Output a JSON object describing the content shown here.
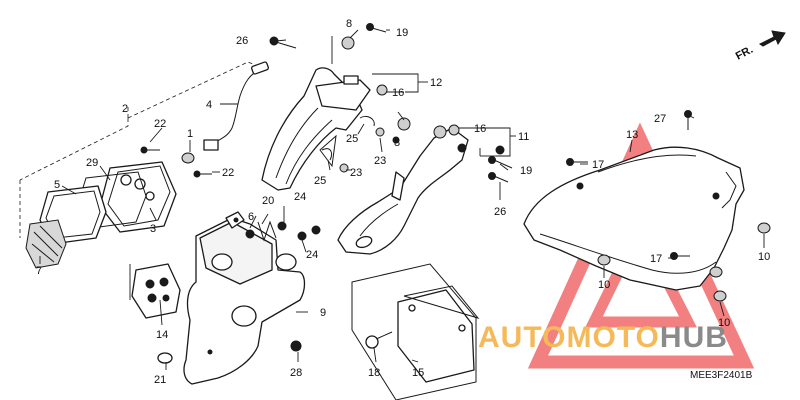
{
  "diagram": {
    "orientation_label": "FR.",
    "diagram_code": "MEE3F2401B",
    "watermark": {
      "part1": "AUTOMOTO",
      "part2": "HUB",
      "color_part1": "#f5b95a",
      "color_part2": "#8a8a8a",
      "triangle_color": "#f26a6a"
    },
    "callouts": {
      "c1": "1",
      "c2": "2",
      "c3": "3",
      "c4": "4",
      "c5": "5",
      "c6": "6",
      "c7": "7",
      "c8a": "8",
      "c8b": "8",
      "c9": "9",
      "c10a": "10",
      "c10b": "10",
      "c10c": "10",
      "c11": "11",
      "c12": "12",
      "c13": "13",
      "c14": "14",
      "c15": "15",
      "c16a": "16",
      "c16b": "16",
      "c17a": "17",
      "c17b": "17",
      "c18": "18",
      "c19a": "19",
      "c19b": "19",
      "c20": "20",
      "c21": "21",
      "c22a": "22",
      "c22b": "22",
      "c23a": "23",
      "c23b": "23",
      "c24a": "24",
      "c24b": "24",
      "c25a": "25",
      "c25b": "25",
      "c26a": "26",
      "c26b": "26",
      "c27": "27",
      "c28": "28",
      "c29": "29"
    }
  }
}
